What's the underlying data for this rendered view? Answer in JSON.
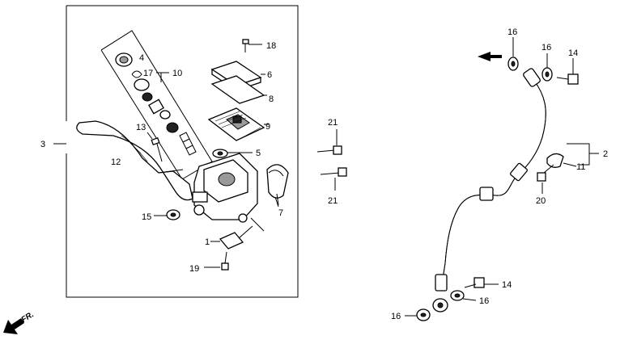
{
  "callouts": {
    "c1": "1",
    "c2": "2",
    "c3": "3",
    "c4": "4",
    "c5": "5",
    "c6": "6",
    "c7": "7",
    "c8": "8",
    "c9": "9",
    "c10": "10",
    "c11": "11",
    "c12": "12",
    "c13": "13",
    "c14a": "14",
    "c14b": "14",
    "c15": "15",
    "c16a": "16",
    "c16b": "16",
    "c16c": "16",
    "c16d": "16",
    "c17": "17",
    "c18": "18",
    "c19": "19",
    "c20": "20",
    "c21a": "21",
    "c21b": "21"
  },
  "direction_label": "FR."
}
